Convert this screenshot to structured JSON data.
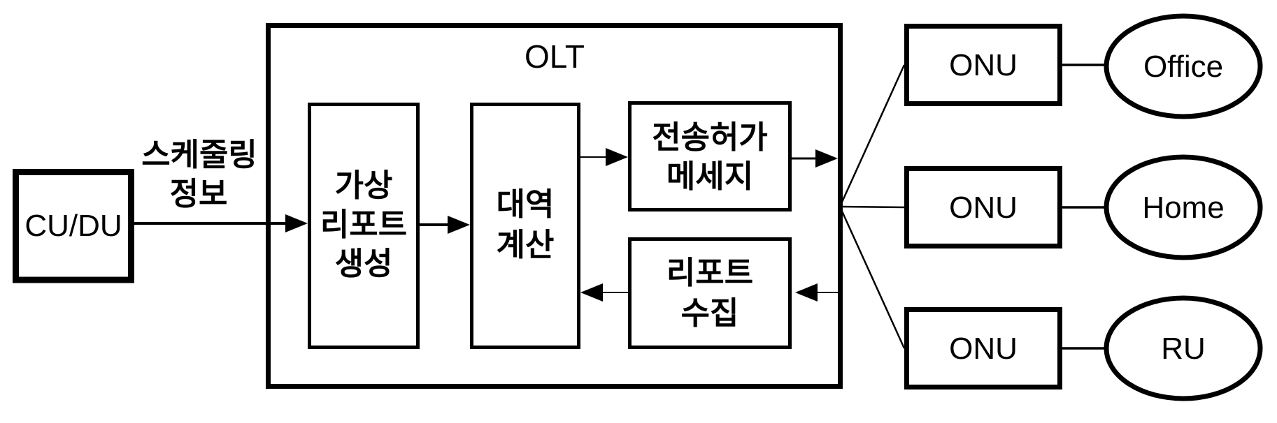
{
  "diagram": {
    "background": "#ffffff",
    "stroke_color": "#000000",
    "cu_du": {
      "label": "CU/DU"
    },
    "scheduling_label": {
      "line1": "스케줄링",
      "line2": "정보"
    },
    "olt": {
      "title": "OLT",
      "virtual_report": {
        "line1": "가상",
        "line2": "리포트",
        "line3": "생성"
      },
      "bandwidth_calc": {
        "line1": "대역",
        "line2": "계산"
      },
      "grant_message": {
        "line1": "전송허가",
        "line2": "메세지"
      },
      "report_collect": {
        "line1": "리포트",
        "line2": "수집"
      }
    },
    "onu_rows": [
      {
        "node": "ONU",
        "endpoint": "Office"
      },
      {
        "node": "ONU",
        "endpoint": "Home"
      },
      {
        "node": "ONU",
        "endpoint": "RU"
      }
    ]
  }
}
